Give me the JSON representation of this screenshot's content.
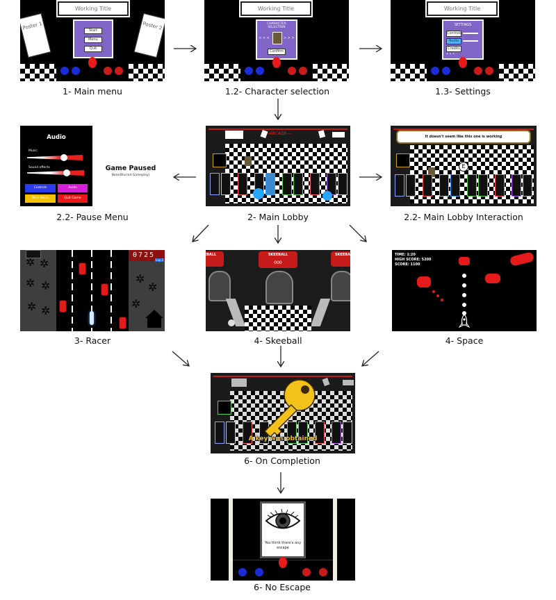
{
  "captions": {
    "main_menu": "1- Main menu",
    "character_selection": "1.2- Character selection",
    "settings": "1.3- Settings",
    "pause_menu": "2.2- Pause Menu",
    "main_lobby": "2- Main Lobby",
    "lobby_interaction": "2.2- Main Lobby Interaction",
    "racer": "3- Racer",
    "skeeball": "4- Skeeball",
    "space": "4- Space",
    "on_completion": "6- On Completion",
    "no_escape": "6- No Escape"
  },
  "main_menu": {
    "title": "Working Title",
    "poster1": "Poster 1",
    "poster2": "Poster 2",
    "buttons": [
      "Start",
      "Menu",
      "Quit"
    ]
  },
  "character_selection": {
    "title": "Working Title",
    "heading": "CHARACTER SELECTION",
    "left_arrows": "< < <",
    "right_arrows": "> > >",
    "confirm": "Confirm"
  },
  "settings": {
    "title": "Working Title",
    "heading": "SETTINGS",
    "options": [
      "Controls",
      "Audio",
      "Credits"
    ],
    "more": "• • •"
  },
  "pause_menu": {
    "heading": "Audio",
    "music_label": "Music",
    "sfx_label": "Sound effects",
    "buttons": [
      "Controls",
      "Audio",
      "Main Menu",
      "Quit Game"
    ],
    "button_colors": [
      "#2b3cf0",
      "#d51fd9",
      "#f2c200",
      "#e81818"
    ],
    "paused_title": "Game Paused",
    "paused_note": "Note(Blurred Gameplay)"
  },
  "lobby": {
    "sign": "---ARCADE---"
  },
  "lobby_interaction": {
    "message": "It doesn't seem like this one is working",
    "interact_key": "E"
  },
  "racer": {
    "score": "0725",
    "lap": "Lap 2"
  },
  "skeeball": {
    "sign": "SKEEBALL",
    "score": "000"
  },
  "space": {
    "time": "TIME: 1:20",
    "high_score": "HIGH SCORE: 5200",
    "score": "SCORE: 1100"
  },
  "completion": {
    "message": "A key was obtained"
  },
  "no_escape": {
    "message": "You think there's any escape"
  },
  "colors": {
    "purple_panel": "#8064c6",
    "arcade_red": "#e0201f",
    "key_gold": "#f2c21b"
  }
}
